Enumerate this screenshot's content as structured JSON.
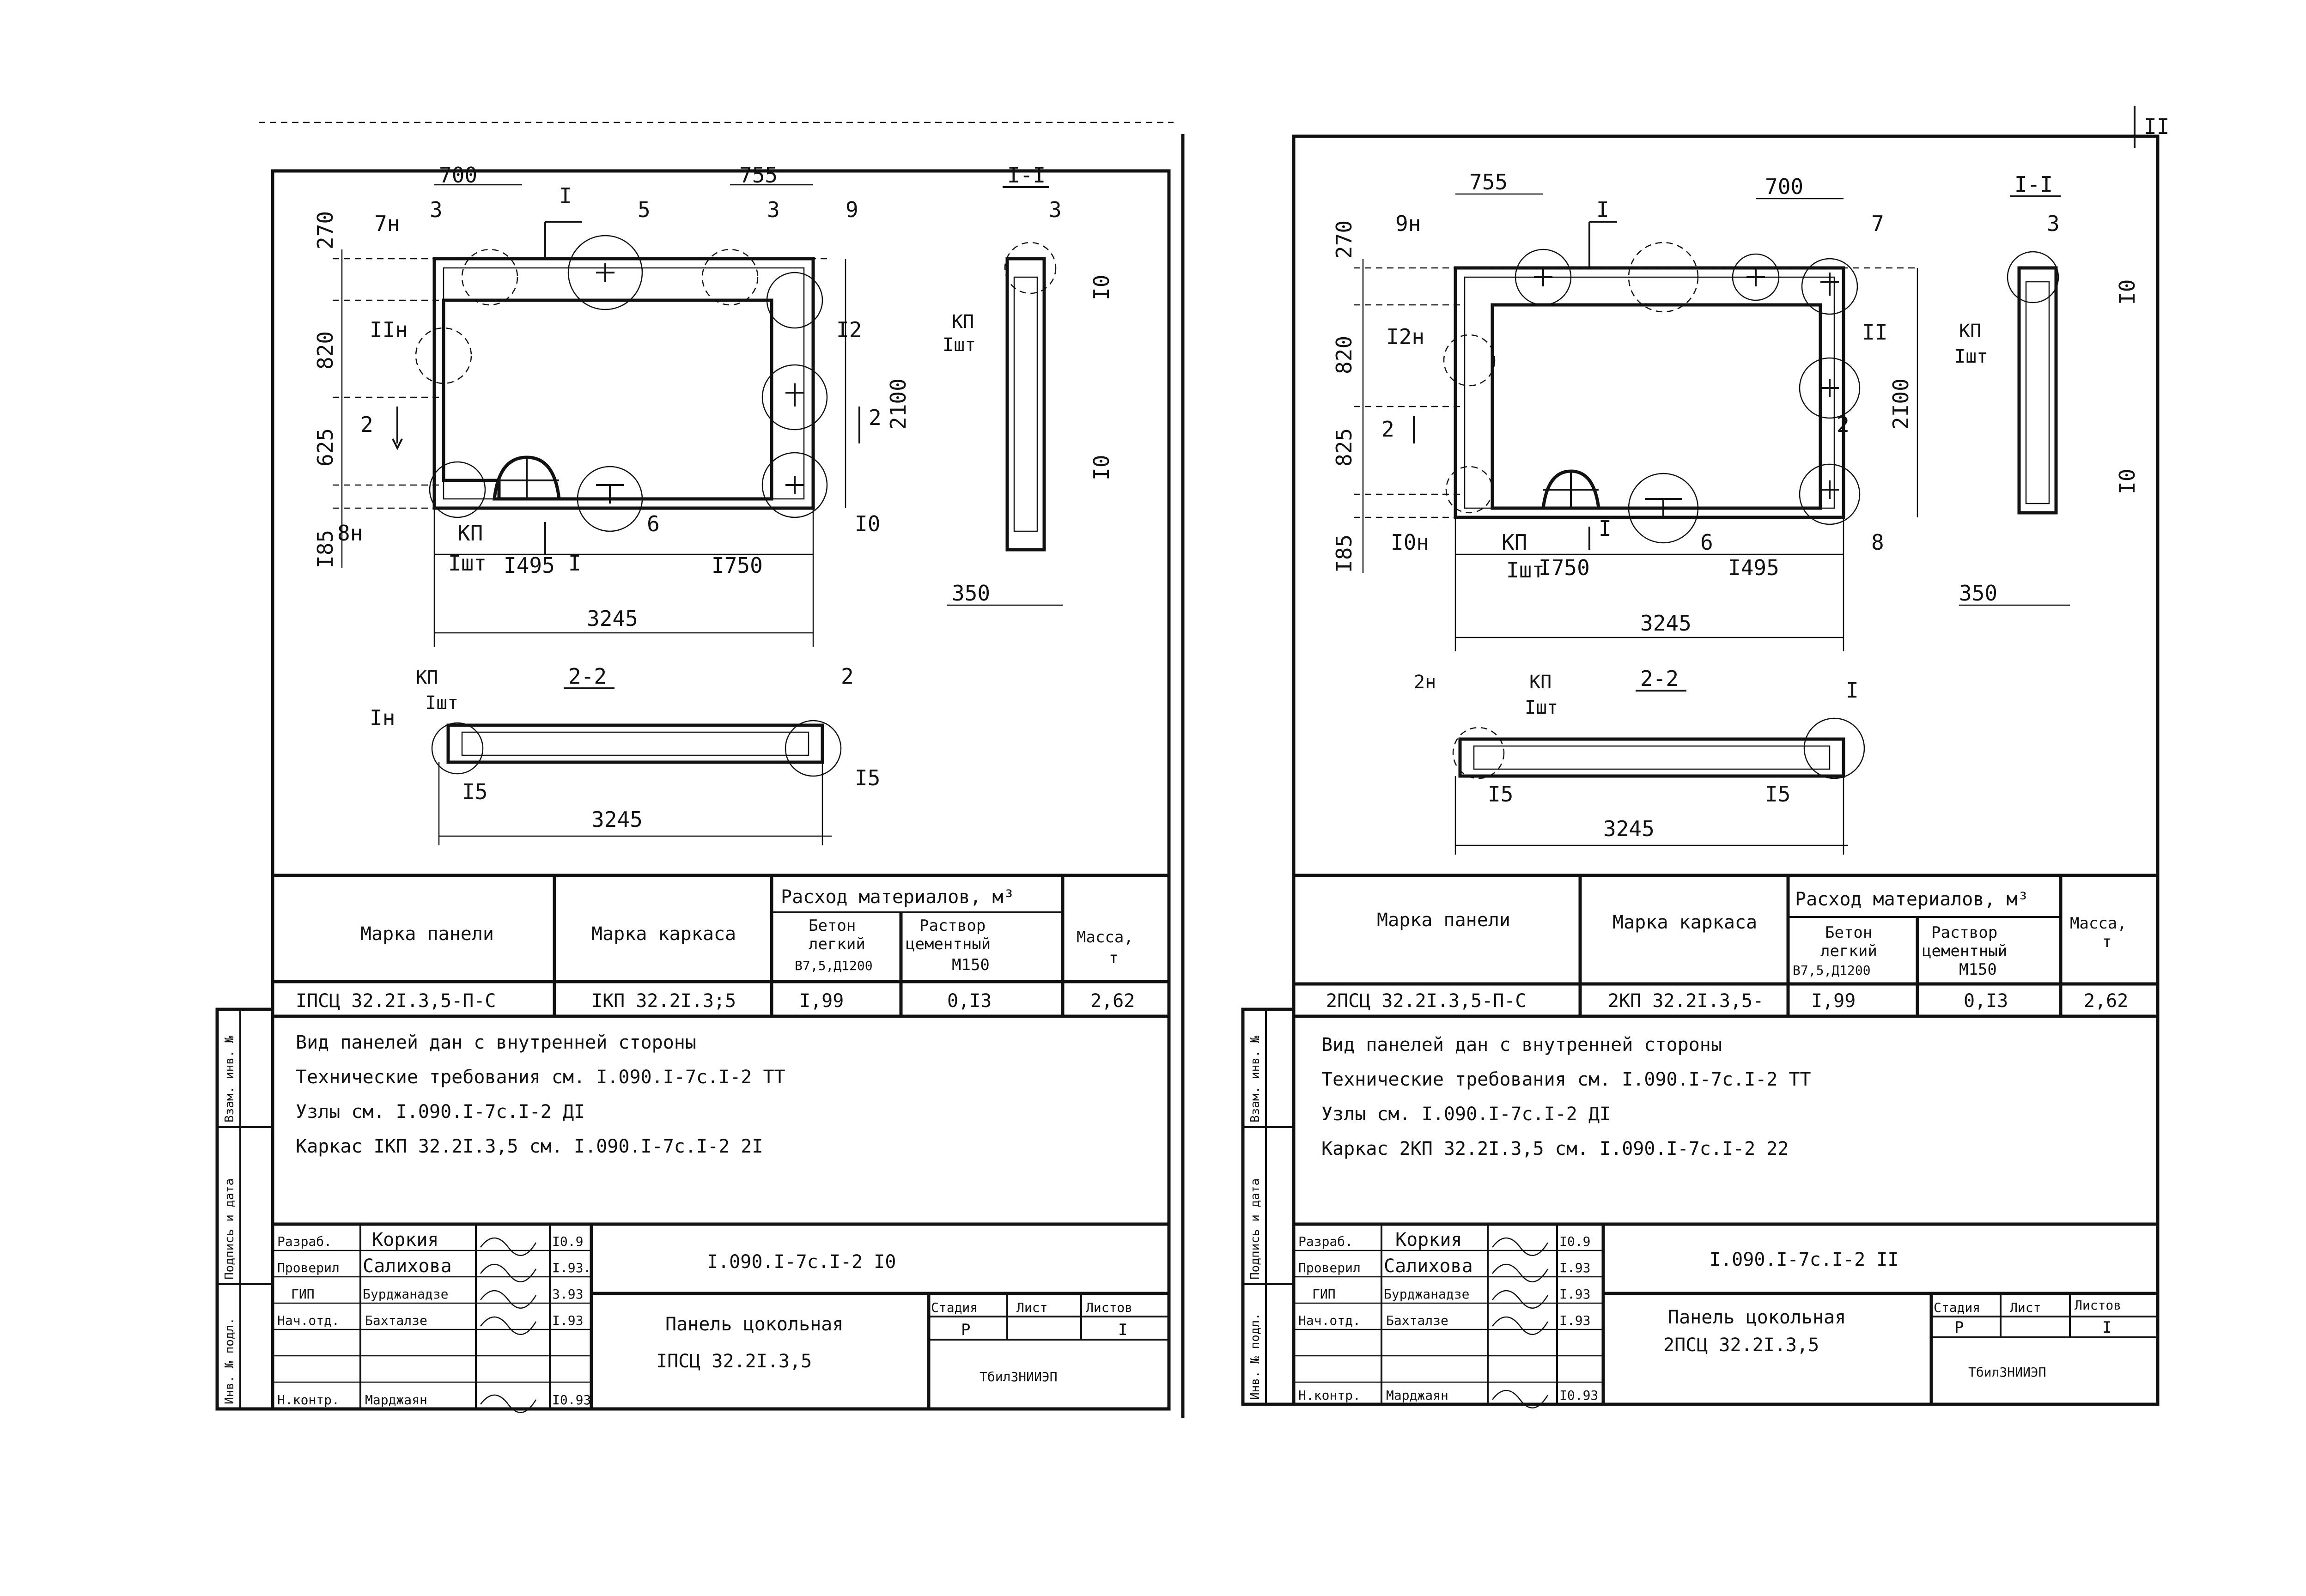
{
  "page_number": "II",
  "sheets": [
    {
      "drawing": {
        "section_title_main": "I-I",
        "section_title_22": "2-2",
        "dims": {
          "top_left": "700",
          "top_right": "755",
          "left_1": "270",
          "left_2": "820",
          "left_3": "625",
          "left_4": "I85",
          "height": "2100",
          "bottom_1": "I495",
          "bottom_2": "I750",
          "total": "3245",
          "section_w": "350",
          "section_10a": "I0",
          "section_10b": "I0",
          "s22_total": "3245",
          "s22_left": "I5",
          "s22_right": "I5"
        },
        "callouts": {
          "c3a": "3",
          "c5": "5",
          "c3b": "3",
          "c9": "9",
          "c7n": "7н",
          "c11n": "IIн",
          "c12": "I2",
          "c8n": "8н",
          "c6": "6",
          "c10": "I0",
          "c2a": "2",
          "c2b": "2",
          "cIa": "I",
          "cIb": "I",
          "kp": "КП",
          "isht": "Iшт",
          "sec3": "3",
          "s22_kp": "КП",
          "s22_isht": "Iшт",
          "s22_in": "Iн",
          "s22_2": "2"
        }
      },
      "table": {
        "headers": {
          "panel_mark": "Марка панели",
          "frame_mark": "Марка каркаса",
          "materials": "Расход материалов, м³",
          "concrete": [
            "Бетон",
            "легкий",
            "В7,5,Д1200"
          ],
          "mortar": [
            "Раствор",
            "цементный",
            "М150"
          ],
          "mass": [
            "Масса,",
            "т"
          ]
        },
        "row": {
          "panel": "IПСЦ 32.2I.3,5-П-С",
          "frame": "IКП 32.2I.3;5",
          "concrete": "I,99",
          "mortar": "0,I3",
          "mass": "2,62"
        }
      },
      "notes": [
        "Вид панелей дан с внутренней стороны",
        "Технические требования см. I.090.I-7с.I-2 ТТ",
        "Узлы см.  I.090.I-7с.I-2 ДI",
        "Каркас IКП 32.2I.3,5 см. I.090.I-7с.I-2 2I"
      ],
      "stamp": {
        "roles": [
          "Разраб.",
          "Проверил",
          "ГИП",
          "Нач.отд.",
          "",
          "",
          "Н.контр."
        ],
        "names": [
          "Коркия",
          "Салихова",
          "Бурджанадзе",
          "Бахталзе",
          "",
          "",
          "Марджаян"
        ],
        "dates": [
          "I0.9",
          "I.93.",
          "3.93",
          "I.93",
          "",
          "",
          "I0.93"
        ],
        "code": "I.090.I-7с.I-2 I0",
        "title": [
          "Панель цокольная",
          "IПСЦ 32.2I.3,5"
        ],
        "stage_label": "Стадия",
        "sheet_label": "Лист",
        "sheets_label": "Листов",
        "stage": "Р",
        "sheet": "",
        "sheets": "I",
        "org": "ТбилЗНИИЭП"
      },
      "side_labels": [
        "Инв. № подл.",
        "Подпись и дата",
        "Взам. инв. №"
      ]
    },
    {
      "drawing": {
        "section_title_main": "I-I",
        "section_title_22": "2-2",
        "dims": {
          "top_left": "755",
          "top_right": "700",
          "left_1": "270",
          "left_2": "820",
          "left_3": "825",
          "left_4": "I85",
          "height": "2I00",
          "bottom_1": "I750",
          "bottom_2": "I495",
          "total": "3245",
          "section_w": "350",
          "section_10a": "I0",
          "section_10b": "I0",
          "s22_total": "3245",
          "s22_left": "I5",
          "s22_right": "I5"
        },
        "callouts": {
          "c9n": "9н",
          "c7": "7",
          "c12n": "I2н",
          "c11": "II",
          "c10n": "I0н",
          "c6": "6",
          "c8": "8",
          "c2a": "2",
          "c2b": "2",
          "cIa": "I",
          "cIb": "I",
          "kp": "КП",
          "isht": "Iшт",
          "sec3": "3",
          "s22_kp": "КП",
          "s22_isht": "Iшт",
          "s22_2n": "2н",
          "s22_I": "I"
        }
      },
      "table": {
        "headers": {
          "panel_mark": "Марка панели",
          "frame_mark": "Марка каркаса",
          "materials": "Расход материалов, м³",
          "concrete": [
            "Бетон",
            "легкий",
            "В7,5,Д1200"
          ],
          "mortar": [
            "Раствор",
            "цементный",
            "М150"
          ],
          "mass": [
            "Масса,",
            "т"
          ]
        },
        "row": {
          "panel": "2ПСЦ 32.2I.3,5-П-С",
          "frame": "2КП 32.2I.3,5-",
          "concrete": "I,99",
          "mortar": "0,I3",
          "mass": "2,62"
        }
      },
      "notes": [
        "Вид панелей дан с внутренней стороны",
        "Технические требования см.  I.090.I-7с.I-2 ТТ",
        "Узлы см.  I.090.I-7с.I-2 ДI",
        "Каркас 2КП 32.2I.3,5 см. I.090.I-7с.I-2 22"
      ],
      "stamp": {
        "roles": [
          "Разраб.",
          "Проверил",
          "ГИП",
          "Нач.отд.",
          "",
          "",
          "Н.контр."
        ],
        "names": [
          "Коркия",
          "Салихова",
          "Бурджанадзе",
          "Бахталзе",
          "",
          "",
          "Марджаян"
        ],
        "dates": [
          "I0.9",
          "I.93",
          "I.93",
          "I.93",
          "",
          "",
          "I0.93"
        ],
        "code": "I.090.I-7с.I-2 II",
        "title": [
          "Панель цокольная",
          "2ПСЦ 32.2I.3,5"
        ],
        "stage_label": "Стадия",
        "sheet_label": "Лист",
        "sheets_label": "Листов",
        "stage": "Р",
        "sheet": "",
        "sheets": "I",
        "org": "ТбилЗНИИЭП"
      },
      "side_labels": [
        "Инв. № подл.",
        "Подпись и дата",
        "Взам. инв. №"
      ]
    }
  ]
}
